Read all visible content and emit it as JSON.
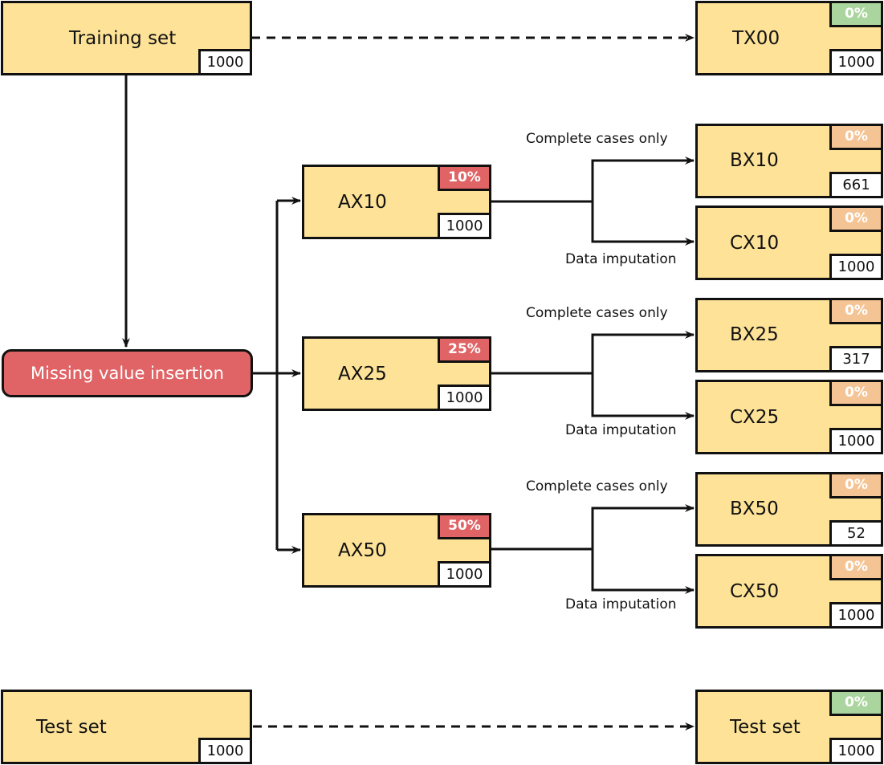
{
  "nodes": {
    "training_set": {
      "label": "Training set",
      "count": "1000"
    },
    "tx00": {
      "label": "TX00",
      "count": "1000",
      "missing": "0%"
    },
    "missing_value_insertion": {
      "label": "Missing value insertion"
    },
    "ax10": {
      "label": "AX10",
      "count": "1000",
      "missing": "10%"
    },
    "ax25": {
      "label": "AX25",
      "count": "1000",
      "missing": "25%"
    },
    "ax50": {
      "label": "AX50",
      "count": "1000",
      "missing": "50%"
    },
    "bx10": {
      "label": "BX10",
      "count": "661",
      "missing": "0%"
    },
    "cx10": {
      "label": "CX10",
      "count": "1000",
      "missing": "0%"
    },
    "bx25": {
      "label": "BX25",
      "count": "317",
      "missing": "0%"
    },
    "cx25": {
      "label": "CX25",
      "count": "1000",
      "missing": "0%"
    },
    "bx50": {
      "label": "BX50",
      "count": "52",
      "missing": "0%"
    },
    "cx50": {
      "label": "CX50",
      "count": "1000",
      "missing": "0%"
    },
    "test_set": {
      "label": "Test set",
      "count": "1000"
    },
    "test_set_out": {
      "label": "Test set",
      "count": "1000",
      "missing": "0%"
    }
  },
  "edge_labels": {
    "complete_cases": "Complete cases only",
    "imputation": "Data imputation"
  },
  "colors": {
    "box_fill": "#fde297",
    "missing_none_original": "#abd59e",
    "missing_none_derived": "#f5c495",
    "missing_inserted": "#e06466"
  }
}
